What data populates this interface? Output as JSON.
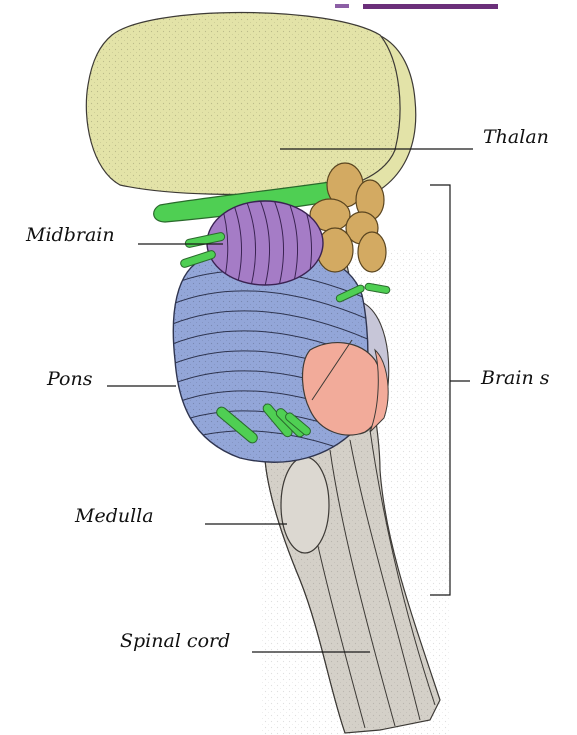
{
  "labels": {
    "thalamus": "Thalan",
    "midbrain": "Midbrain",
    "pons": "Pons",
    "brain_stem": "Brain s",
    "medulla": "Medulla",
    "spinal_cord": "Spinal cord"
  },
  "colors": {
    "thalamus": "#e3e3a8",
    "midbrain": "#a57cc6",
    "pons": "#93a6d8",
    "pink_region": "#f2ab9a",
    "cranial_nerves": "#4fcf53",
    "tan_structure": "#d3aa62",
    "brainstem_gray": "#d4d0c8",
    "top_accent": "#6b2f7a"
  }
}
